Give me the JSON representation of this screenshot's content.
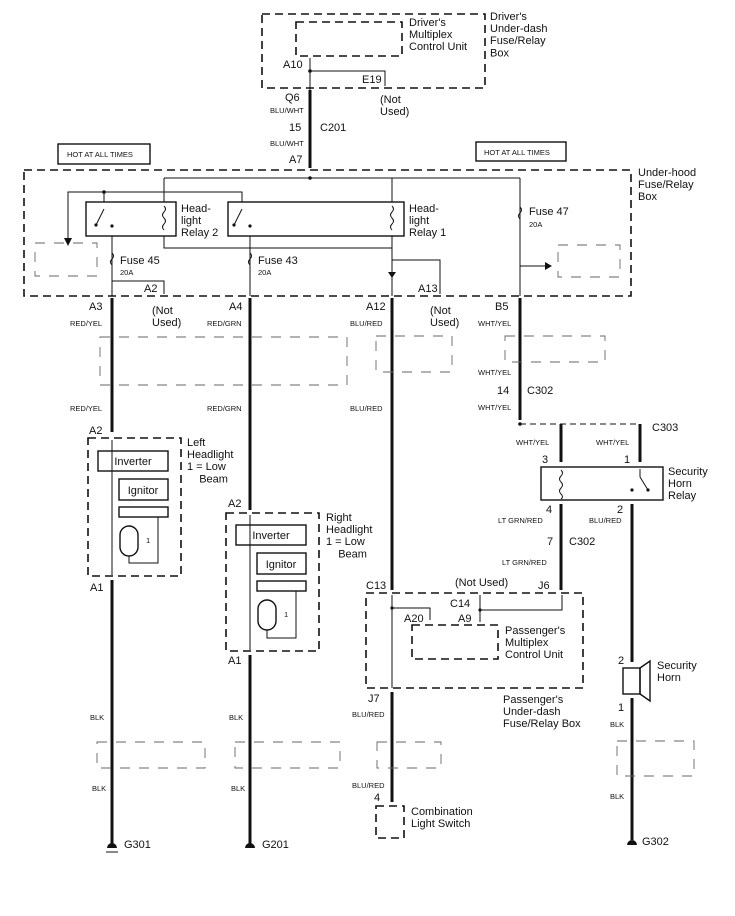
{
  "diagram": {
    "title": "Headlight / Security Horn Wiring Diagram",
    "components": {
      "drivers_mcu": "Driver's\nMultiplex\nControl Unit",
      "drivers_fuse_box": "Driver's\nUnder-dash\nFuse/Relay\nBox",
      "underhood_box": "Under-hood\nFuse/Relay\nBox",
      "hot_label_left": "HOT AT ALL TIMES",
      "hot_label_right": "HOT AT ALL TIMES",
      "relay2": "Head-\nlight\nRelay 2",
      "relay1": "Head-\nlight\nRelay 1",
      "fuse45": "Fuse 45",
      "fuse45_rating": "20A",
      "fuse43": "Fuse 43",
      "fuse43_rating": "20A",
      "fuse47": "Fuse 47",
      "fuse47_rating": "20A",
      "left_headlight": "Left\nHeadlight\n1 = Low\n    Beam",
      "right_headlight": "Right\nHeadlight\n1 = Low\n    Beam",
      "inverter": "Inverter",
      "ignitor": "Ignitor",
      "bulb_num": "1",
      "passengers_mcu": "Passenger's\nMultiplex\nControl Unit",
      "passengers_fuse_box": "Passenger's\nUnder-dash\nFuse/Relay Box",
      "security_horn_relay": "Security\nHorn\nRelay",
      "security_horn": "Security\nHorn",
      "combination_switch": "Combination\nLight Switch",
      "not_used": "(Not\nUsed)",
      "not_used_inline": "(Not Used)"
    },
    "connectors": {
      "A10": "A10",
      "E19": "E19",
      "Q6": "Q6",
      "C201": "C201",
      "c201_pin": "15",
      "A7": "A7",
      "A2_box": "A2",
      "A3": "A3",
      "A4": "A4",
      "A12": "A12",
      "A13": "A13",
      "B5": "B5",
      "A2_left": "A2",
      "A1_left": "A1",
      "A2_right": "A2",
      "A1_right": "A1",
      "C302": "C302",
      "c302_pin_top": "14",
      "c302_pin_bottom": "7",
      "C303": "C303",
      "relay_pin3": "3",
      "relay_pin1": "1",
      "relay_pin4": "4",
      "relay_pin2": "2",
      "C13": "C13",
      "C14": "C14",
      "J6": "J6",
      "J7": "J7",
      "A20": "A20",
      "A9": "A9",
      "horn_pin2": "2",
      "horn_pin1": "1",
      "switch_pin": "4",
      "G301": "G301",
      "G201": "G201",
      "G302": "G302"
    },
    "wire_colors": {
      "blu_wht": "BLU/WHT",
      "red_yel": "RED/YEL",
      "red_grn": "RED/GRN",
      "blu_red": "BLU/RED",
      "wht_yel": "WHT/YEL",
      "lt_grn_red": "LT GRN/RED",
      "blk": "BLK"
    }
  }
}
